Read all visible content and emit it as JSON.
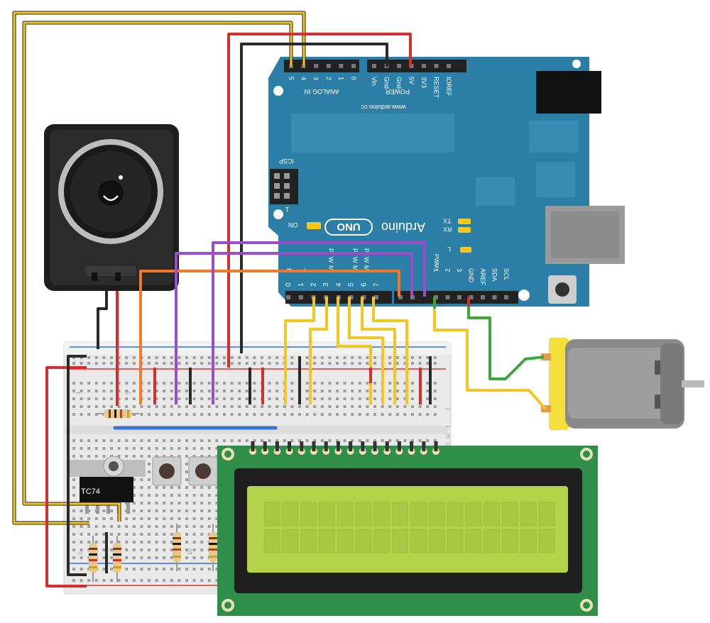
{
  "arduino": {
    "brand": "Arduino",
    "model": "UNO",
    "website": "www.arduino.cc",
    "on_label": "ON",
    "icsp_label": "ICSP",
    "icsp_pin1": "1",
    "tx_label": "TX",
    "rx_label": "RX",
    "l_label": "L",
    "analog_header_title": "ANALOG IN",
    "analog_pins": [
      "5",
      "4",
      "3",
      "2",
      "1",
      "0"
    ],
    "power_header_title": "POWER",
    "power_pins": [
      "Vin",
      "Gnd",
      "Gnd",
      "5V",
      "3V3",
      "RESET",
      "IOREF"
    ],
    "digital_pins_left": [
      "7",
      "6",
      "5",
      "4",
      "3",
      "2",
      "1",
      "0"
    ],
    "digital_pins_right": [
      "1",
      "2",
      "3",
      "GND",
      "AREF",
      "SDA",
      "SCL"
    ],
    "pwm_label": "PWM~",
    "pwm_marks": [
      "P",
      "W",
      "M"
    ],
    "rx_pin_label": "R",
    "tx_pin_label": "T"
  },
  "breadboard": {
    "row_labels_right": [
      "J",
      "I",
      "H",
      "G"
    ],
    "col_number_1": "1",
    "col_number_5": "5",
    "col_number_10": "10"
  },
  "sensor": {
    "label": "TC74"
  },
  "colors": {
    "board_blue": "#2b7fa6",
    "wire_yellow": "#f3c623",
    "wire_red": "#d32f2f",
    "wire_black": "#2a2a2a",
    "wire_purple": "#9c4dcc",
    "wire_orange": "#f07a28",
    "wire_green": "#3aa83a",
    "lcd_pcb": "#2f8f4a",
    "lcd_screen": "#b5d34a",
    "motor_body": "#8a8a8a"
  }
}
